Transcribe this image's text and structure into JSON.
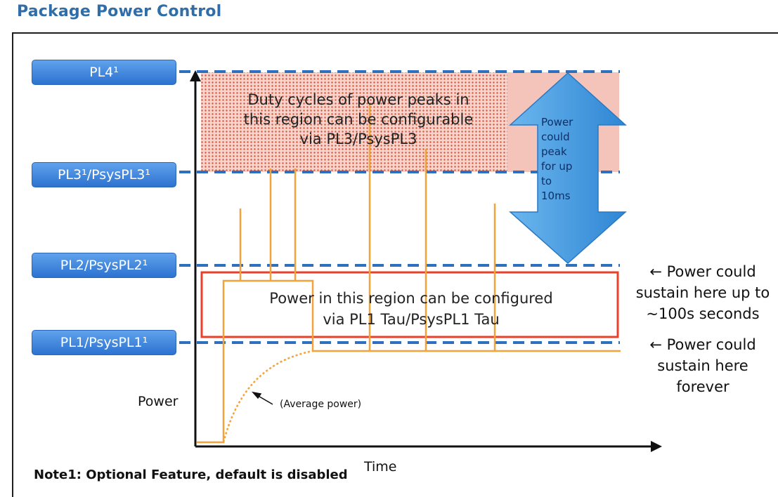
{
  "title": "Package Power Control",
  "levels": [
    {
      "label": "PL4¹"
    },
    {
      "label": "PL3¹/PsysPL3¹"
    },
    {
      "label": "PL2/PsysPL2¹"
    },
    {
      "label": "PL1/PsysPL1¹"
    }
  ],
  "peak_region_text": "Duty cycles of power peaks in\nthis region can be configurable\nvia PL3/PsysPL3",
  "tau_region_text": "Power in this region can be configured\nvia PL1 Tau/PsysPL1 Tau",
  "arrow_text": "Power\ncould\npeak\nfor up\nto\n10ms",
  "right_notes": [
    "← Power could\nsustain here up to\n~100s seconds",
    "← Power could\nsustain here\nforever"
  ],
  "y_axis_label": "Power",
  "x_axis_label": "Time",
  "avg_power_label": "(Average power)",
  "footnote": "Note1: Optional Feature, default is disabled",
  "colors": {
    "title": "#2f6ea8",
    "level_button": "#3c82dc",
    "dashed_line": "#2e6fbe",
    "power_trace": "#f2a33a",
    "tau_box": "#e8402a",
    "peak_region": "#f4c1b7",
    "peak_arrow": "#3b8fd6"
  }
}
